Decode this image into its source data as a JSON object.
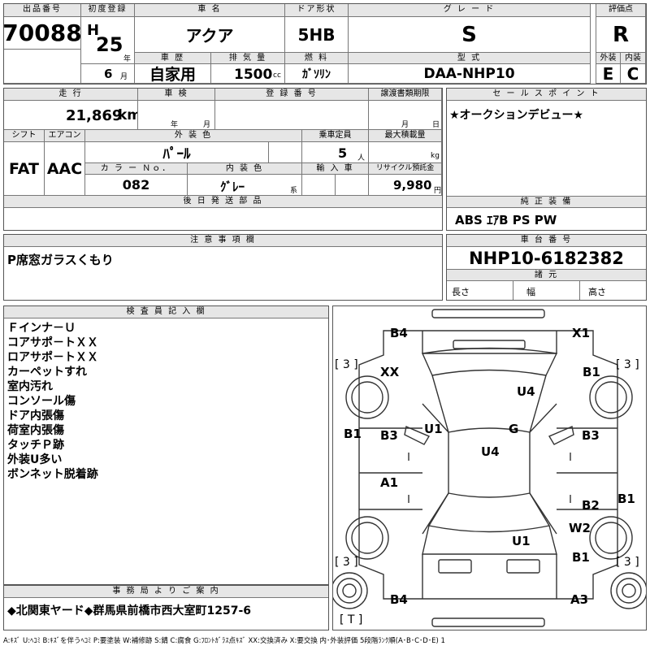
{
  "header": {
    "lot_label": "出品番号",
    "lot_no": "70088",
    "first_reg_label": "初度登録",
    "era": "H",
    "year": "25",
    "year_unit": "年",
    "month": "6",
    "month_unit": "月",
    "name_label": "車 名",
    "name": "アクア",
    "history_label": "車 歴",
    "history": "自家用",
    "disp_label": "排 気 量",
    "disp": "1500",
    "disp_unit": "cc",
    "door_label": "ドア形状",
    "door": "5HB",
    "fuel_label": "燃 料",
    "fuel": "ｶﾞｿﾘﾝ",
    "grade_label": "グ レ ー ド",
    "grade": "S",
    "model_label": "型 式",
    "model": "DAA-NHP10",
    "score_label": "評価点",
    "score": "R",
    "ext_label": "外装",
    "ext": "E",
    "int_label": "内装",
    "int": "C"
  },
  "row2": {
    "mileage_label": "走 行",
    "mileage": "21,869",
    "mileage_unit": "km",
    "inspect_label": "車 検",
    "inspect_year": "年",
    "inspect_month": "月",
    "regno_label": "登 録 番 号",
    "transfer_label": "譲渡書類期限",
    "transfer_month": "月",
    "transfer_day": "日",
    "shift_label": "シフト",
    "shift": "FAT",
    "ac_label": "エアコン",
    "ac": "AAC",
    "color_label": "外 装 色",
    "color": "ﾊﾟｰﾙ",
    "capacity_label": "乗車定員",
    "capacity": "5",
    "capacity_unit": "人",
    "load_label": "最大積載量",
    "load_unit": "kg",
    "colorno_label": "カ ラ ー Ｎｏ．",
    "colorno": "082",
    "interior_label": "内 装 色",
    "interior": "ｸﾞﾚｰ",
    "interior_unit": "系",
    "import_label": "輸 入 車",
    "recycle_label": "リサイクル預託金",
    "recycle": "9,980",
    "recycle_unit": "円",
    "sales_label": "セ ー ル ス ポ イ ン ト",
    "sales": "★オークションデビュー★",
    "later_label": "後 日 発 送 部 品",
    "equip_label": "純 正 装 備",
    "equip": "ABS ｴｱB PS PW"
  },
  "notes": {
    "label": "注 意 事 項 欄",
    "text": "P席窓ガラスくもり",
    "chassis_label": "車 台 番 号",
    "chassis": "NHP10-6182382",
    "spec_label": "諸 元",
    "length": "長さ",
    "width": "幅",
    "height": "高さ"
  },
  "inspector": {
    "label": "検 査 員 記 入 欄",
    "lines": [
      "Ｆインナ－Ｕ",
      "コアサポ－トＸＸ",
      "ロアサポ－トＸＸ",
      "カーペットすれ",
      "室内汚れ",
      "コンソール傷",
      "ドア内張傷",
      "荷室内張傷",
      "タッチＰ跡",
      "外装U多い",
      "ボンネット脱着跡"
    ]
  },
  "office": {
    "label": "事 務 局 よ り ご 案 内",
    "text": "◆北関東ヤード◆群馬県前橋市西大室町1257-6"
  },
  "diagram": {
    "marks": [
      "B4",
      "X1",
      "[ 3 ]",
      "[ 3 ]",
      "XX",
      "B1",
      "U4",
      "B1",
      "U1",
      "G",
      "B3",
      "B3",
      "U4",
      "B1",
      "A1",
      "B2",
      "W2",
      "W2",
      "U1",
      "B1",
      "[ 3 ]",
      "[ 3 ]",
      "B4",
      "A3",
      "[ T ]"
    ]
  },
  "legend": "A:ｷｽﾞ U:ﾍｺﾐ B:ｷｽﾞを伴うﾍｺﾐ P:要塗装 W:補修跡 S:錆 C:腐食 G:ﾌﾛﾝﾄｶﾞﾗｽ点ｷｽﾞ XX:交換済み X:要交換 内･外装評価 5段階ﾗﾝｸ順(A･B･C･D･E) 1"
}
